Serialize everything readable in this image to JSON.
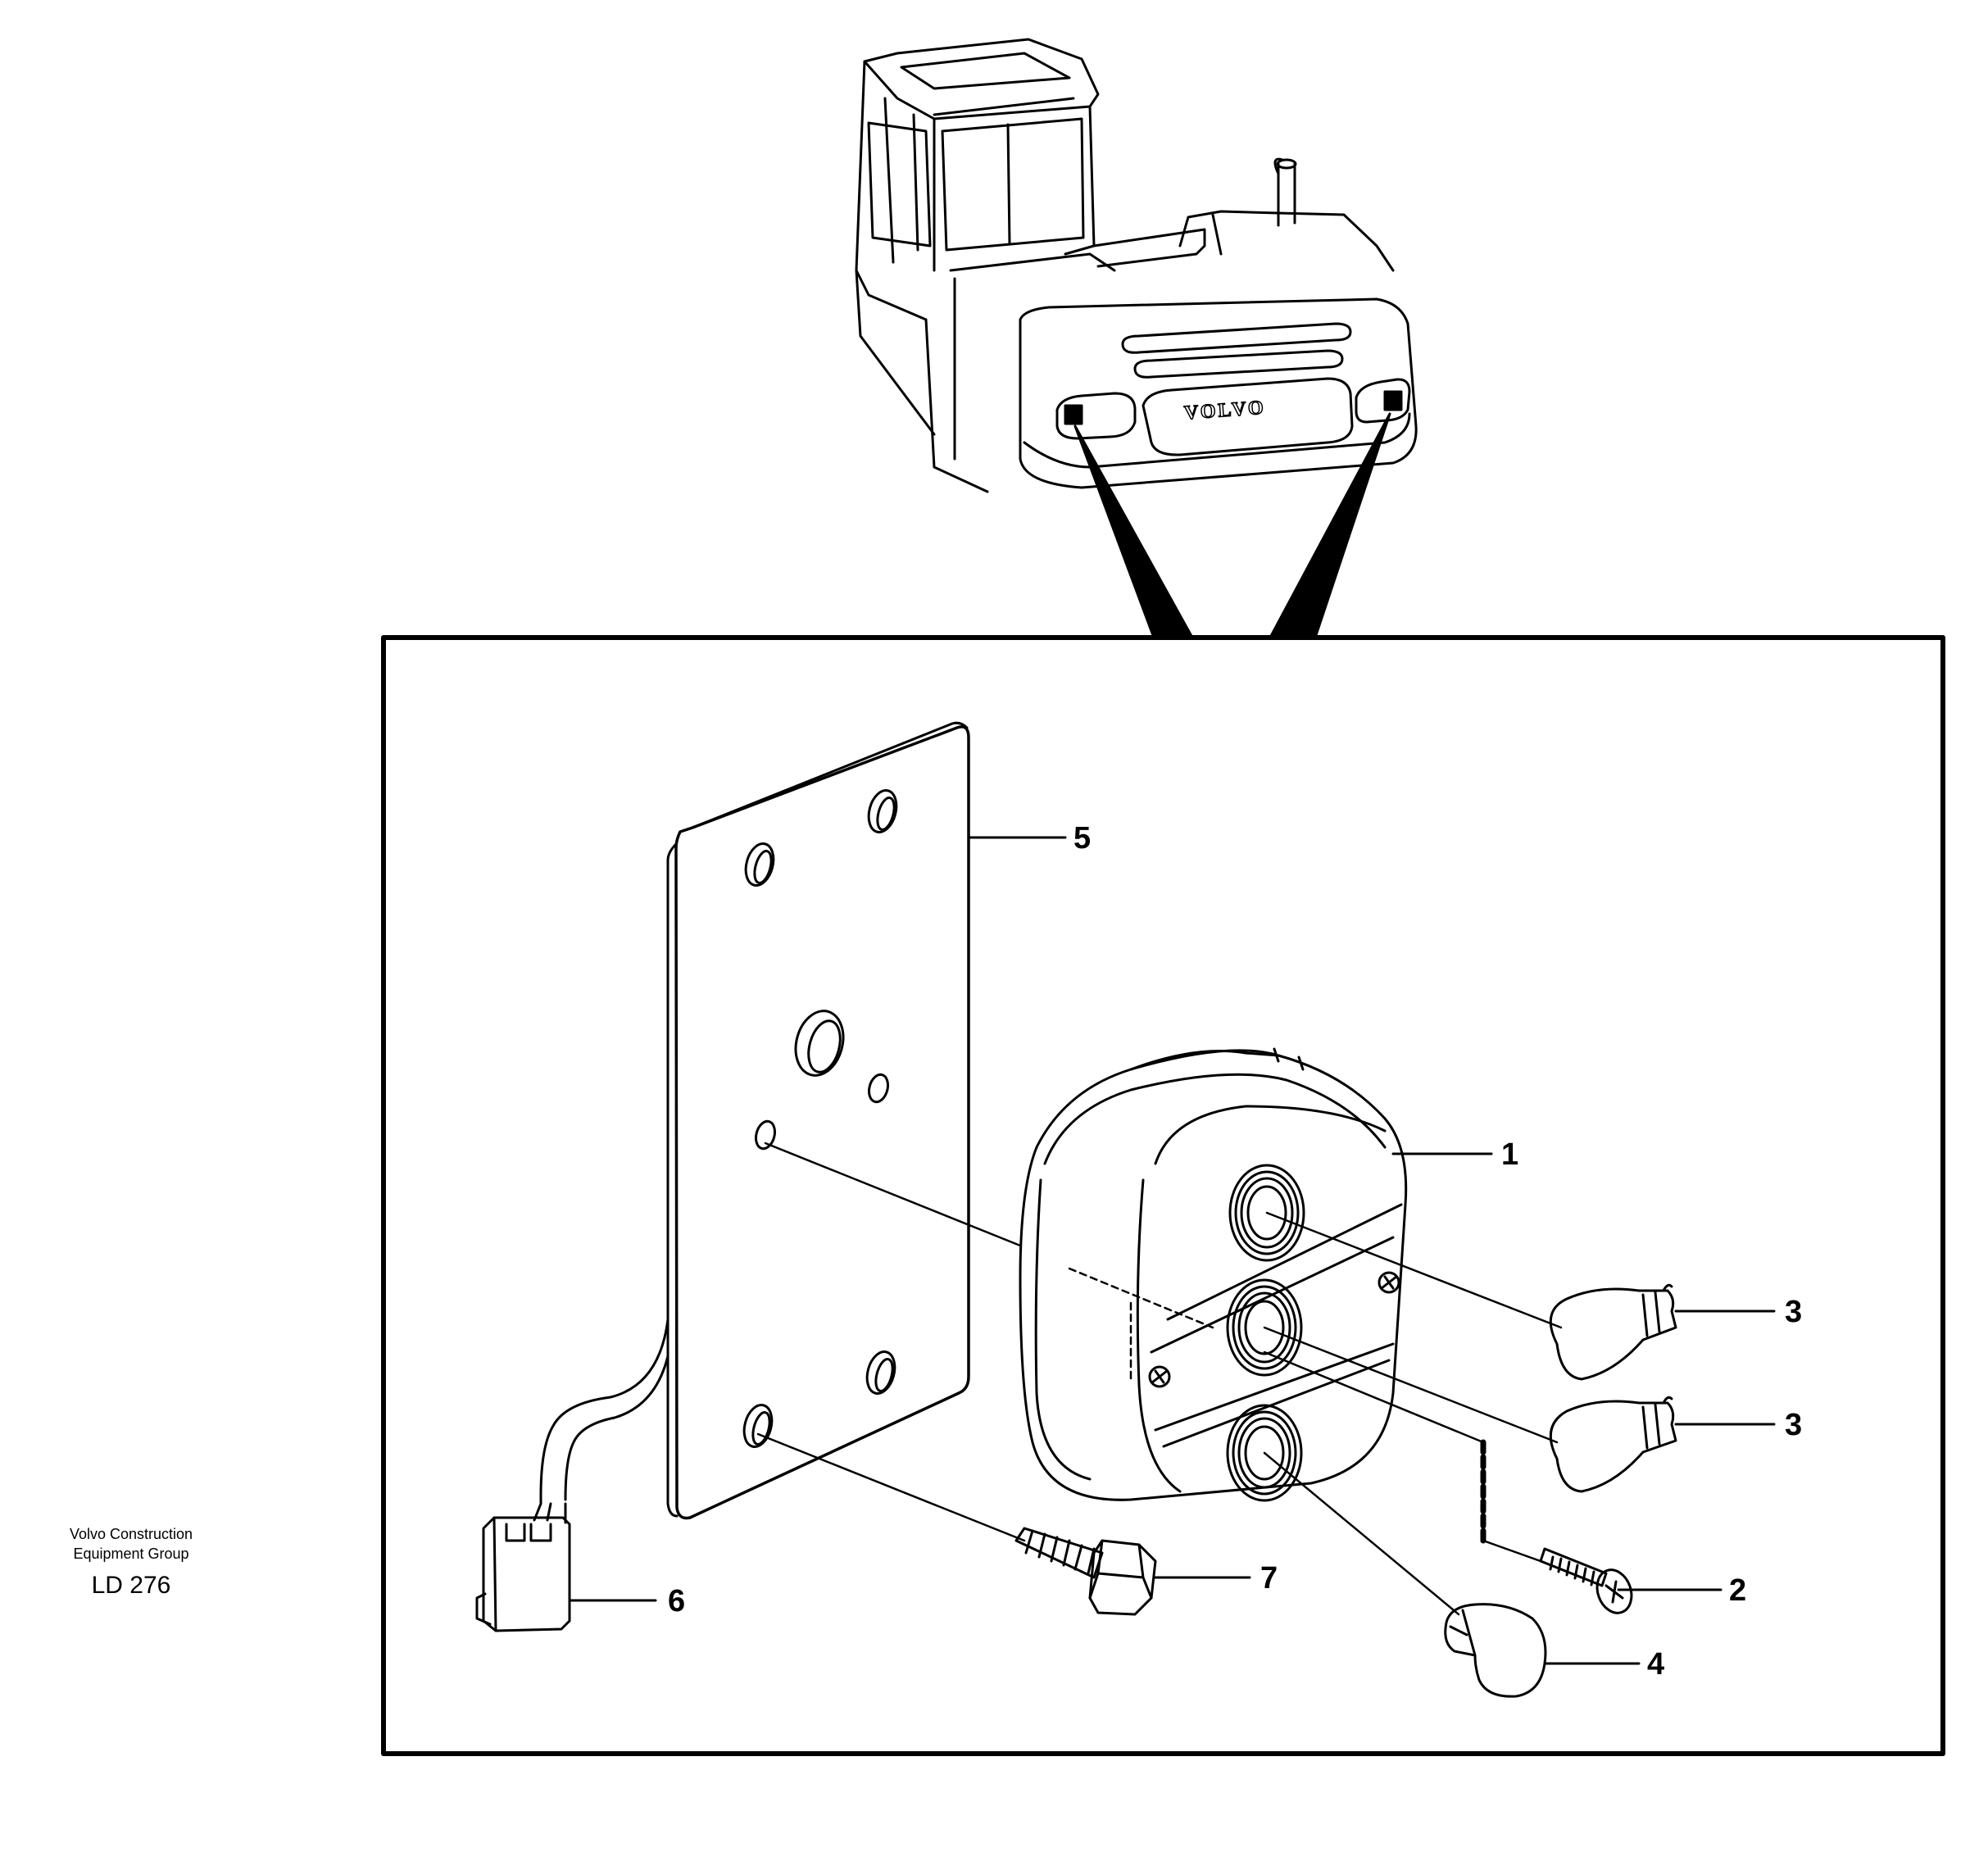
{
  "brand": {
    "machine_logo": "VOLVO"
  },
  "credit": {
    "company_line1": "Volvo Construction",
    "company_line2": "Equipment Group",
    "drawing_code": "LD 276"
  },
  "callouts": [
    {
      "id": "1",
      "label": "1",
      "part": "lamp-housing"
    },
    {
      "id": "2",
      "label": "2",
      "part": "screw"
    },
    {
      "id": "3a",
      "label": "3",
      "part": "bulb-upper"
    },
    {
      "id": "3b",
      "label": "3",
      "part": "bulb-middle"
    },
    {
      "id": "4",
      "label": "4",
      "part": "bulb-small"
    },
    {
      "id": "5",
      "label": "5",
      "part": "mounting-plate"
    },
    {
      "id": "6",
      "label": "6",
      "part": "connector"
    },
    {
      "id": "7",
      "label": "7",
      "part": "bolt"
    }
  ]
}
